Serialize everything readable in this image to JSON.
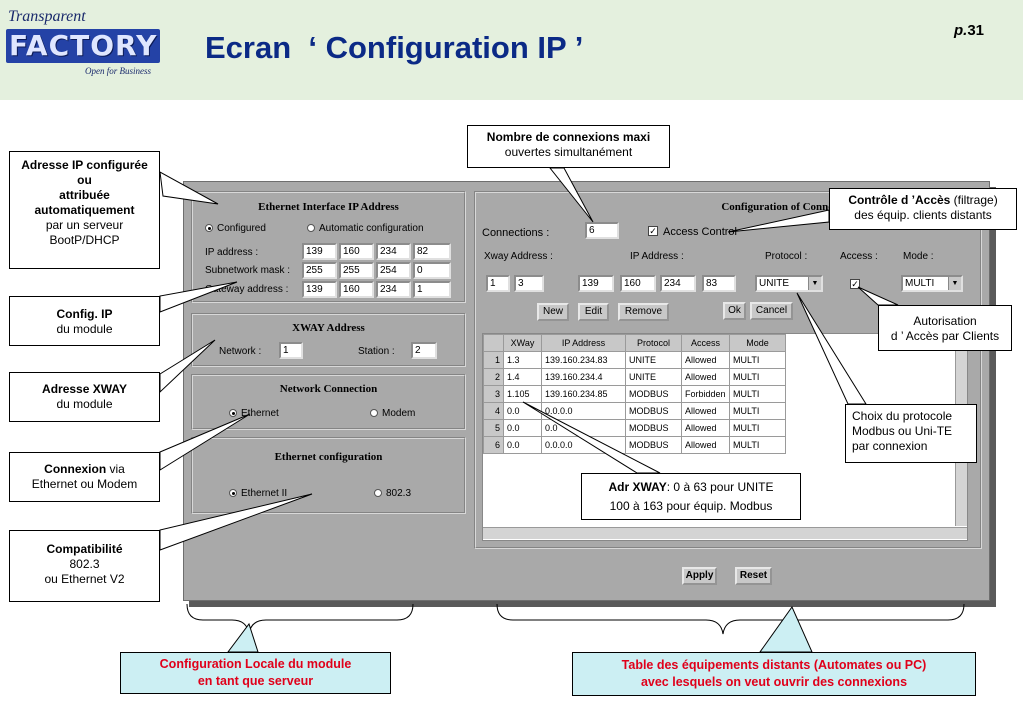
{
  "header": {
    "logo_line1": "Transparent",
    "logo_main": "FACTORY",
    "logo_sub": "Open for Business",
    "title": "Ecran  ‘ Configuration IP ’",
    "page_prefix": "p.",
    "page_number": "31"
  },
  "ip_group": {
    "title": "Ethernet Interface IP Address",
    "radio_configured": "Configured",
    "radio_auto": "Automatic configuration",
    "ip_label": "IP address :",
    "mask_label": "Subnetwork mask :",
    "gateway_label": "Gateway address :",
    "ip": [
      "139",
      "160",
      "234",
      "82"
    ],
    "mask": [
      "255",
      "255",
      "254",
      "0"
    ],
    "gateway": [
      "139",
      "160",
      "234",
      "1"
    ]
  },
  "xway_group": {
    "title": "XWAY Address",
    "network_label": "Network :",
    "network": "1",
    "station_label": "Station :",
    "station": "2"
  },
  "netconn_group": {
    "title": "Network Connection",
    "ethernet": "Ethernet",
    "modem": "Modem"
  },
  "ethcfg_group": {
    "title": "Ethernet configuration",
    "eth2": "Ethernet II",
    "e8023": "802.3"
  },
  "connections": {
    "title": "Configuration of Connections",
    "connections_label": "Connections :",
    "connections_value": "6",
    "access_control": "Access Control",
    "xway_label": "Xway Address :",
    "ip_label": "IP Address :",
    "protocol_label": "Protocol :",
    "access_label": "Access :",
    "mode_label": "Mode :",
    "xway": [
      "1",
      "3"
    ],
    "ip": [
      "139",
      "160",
      "234",
      "83"
    ],
    "protocol": "UNITE",
    "mode": "MULTI",
    "btn_new": "New",
    "btn_edit": "Edit",
    "btn_remove": "Remove",
    "btn_ok": "Ok",
    "btn_cancel": "Cancel",
    "columns": [
      "XWay",
      "IP Address",
      "Protocol",
      "Access",
      "Mode"
    ],
    "rows": [
      [
        "1",
        "1.3",
        "139.160.234.83",
        "UNITE",
        "Allowed",
        "MULTI"
      ],
      [
        "2",
        "1.4",
        "139.160.234.4",
        "UNITE",
        "Allowed",
        "MULTI"
      ],
      [
        "3",
        "1.105",
        "139.160.234.85",
        "MODBUS",
        "Forbidden",
        "MULTI"
      ],
      [
        "4",
        "0.0",
        "0.0.0.0",
        "MODBUS",
        "Allowed",
        "MULTI"
      ],
      [
        "5",
        "0.0",
        "0.0",
        "MODBUS",
        "Allowed",
        "MULTI"
      ],
      [
        "6",
        "0.0",
        "0.0.0.0",
        "MODBUS",
        "Allowed",
        "MULTI"
      ]
    ]
  },
  "footer_buttons": {
    "apply": "Apply",
    "reset": "Reset"
  },
  "callouts": {
    "ip_conf_1": "Adresse IP configurée",
    "ip_conf_2": "ou",
    "ip_conf_3": "attribuée",
    "ip_conf_4": "automatiquement",
    "ip_conf_5": "par un serveur",
    "ip_conf_6": "BootP/DHCP",
    "config_ip_1": "Config.  IP",
    "config_ip_2": "du module",
    "xway_1": "Adresse  XWAY",
    "xway_2": "du module",
    "conn_1": "Connexion",
    "conn_1b": " via",
    "conn_2": "Ethernet ou Modem",
    "compat_1": "Compatibilité",
    "compat_2": "802.3",
    "compat_3": "ou  Ethernet V2",
    "nb_1": "Nombre de connexions maxi",
    "nb_2": "ouvertes  simultanément",
    "ctrl_1": "Contrôle d ’Accès",
    "ctrl_1b": " (filtrage)",
    "ctrl_2": "des équip. clients distants",
    "auth_1": "Autorisation",
    "auth_2": "d ’ Accès par Clients",
    "proto_1": "Choix du protocole",
    "proto_2": "Modbus ou Uni-TE",
    "proto_3": "par connexion",
    "adr_1": "Adr XWAY",
    "adr_1b": ":   0 à 63 pour  UNITE",
    "adr_2": "100 à 163 pour équip. Modbus"
  },
  "bottom": {
    "left_1": "Configuration Locale du  module",
    "left_2": "en tant que serveur",
    "right_1": "Table des équipements distants (Automates ou PC)",
    "right_2": "avec lesquels on veut ouvrir des connexions"
  }
}
